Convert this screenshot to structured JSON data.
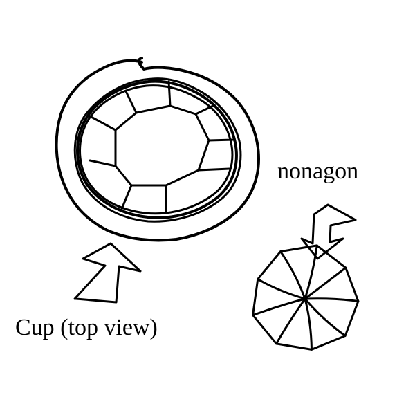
{
  "labels": {
    "nonagon": "nonagon",
    "cup": "Cup (top view)"
  },
  "style": {
    "background": "#ffffff",
    "ink": "#000000"
  },
  "nonagon": {
    "sides": 9
  }
}
